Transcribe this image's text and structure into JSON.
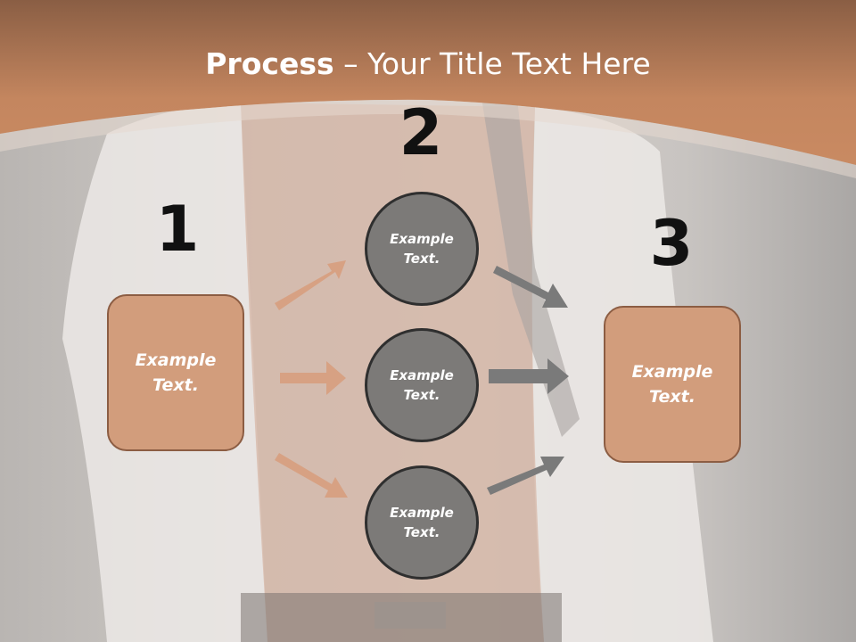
{
  "title": {
    "bold": "Process",
    "rest": " – Your Title Text Here"
  },
  "steps": [
    {
      "number": "1",
      "label": "Example Text."
    },
    {
      "number": "2",
      "labels": [
        "Example Text.",
        "Example Text.",
        "Example Text."
      ]
    },
    {
      "number": "3",
      "label": "Example Text."
    }
  ],
  "colors": {
    "header": "#c4865f",
    "box_fill": "#d29d7c",
    "circle_fill": "#7c7a78",
    "arrow_left": "#d7a183",
    "arrow_right": "#7a7a7a"
  }
}
